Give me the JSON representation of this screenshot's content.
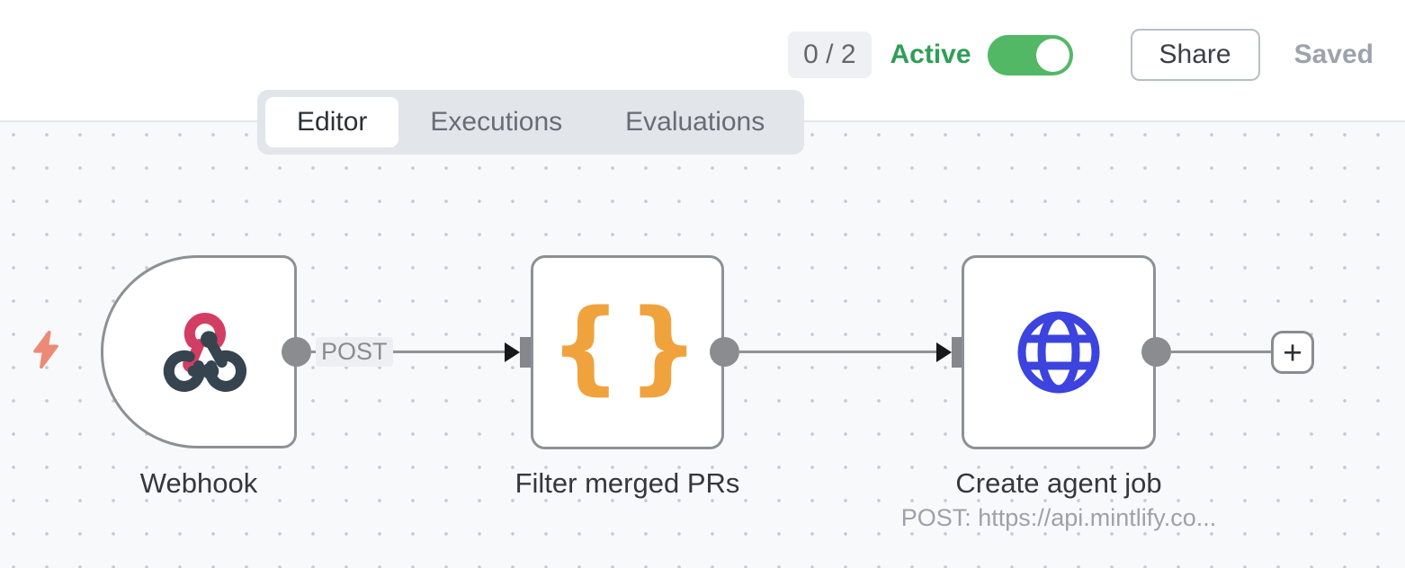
{
  "header": {
    "issues_badge": "0 / 2",
    "active_label": "Active",
    "toggle_on": true,
    "share_label": "Share",
    "saved_label": "Saved"
  },
  "tabs": [
    {
      "label": "Editor",
      "active": true
    },
    {
      "label": "Executions",
      "active": false
    },
    {
      "label": "Evaluations",
      "active": false
    }
  ],
  "canvas": {
    "trigger_indicator": "lightning-bolt-icon",
    "nodes": [
      {
        "id": "webhook",
        "label": "Webhook",
        "icon": "webhook-icon",
        "shape": "trigger-d-shape"
      },
      {
        "id": "filter",
        "label": "Filter merged PRs",
        "icon": "code-braces-icon",
        "icon_glyph": "{}"
      },
      {
        "id": "create",
        "label": "Create agent job",
        "subtitle": "POST: https://api.mintlify.co...",
        "icon": "globe-icon"
      }
    ],
    "connections": [
      {
        "from": "webhook",
        "to": "filter",
        "label": "POST"
      },
      {
        "from": "filter",
        "to": "create",
        "label": ""
      },
      {
        "from": "create",
        "to": "add-node-button",
        "label": ""
      }
    ],
    "add_button_glyph": "+"
  },
  "colors": {
    "canvas_bg": "#f8f9fb",
    "dot_grid": "#c7cacf",
    "node_border": "#8e9094",
    "wire": "#8f9298",
    "port": "#8a8c90",
    "active_green": "#2f9e57",
    "toggle_green": "#52b865",
    "webhook_crimson": "#d23d63",
    "webhook_slate": "#36444f",
    "braces_orange": "#f0a23d",
    "globe_blue": "#3c43de",
    "bolt_coral": "#ed8a77"
  }
}
